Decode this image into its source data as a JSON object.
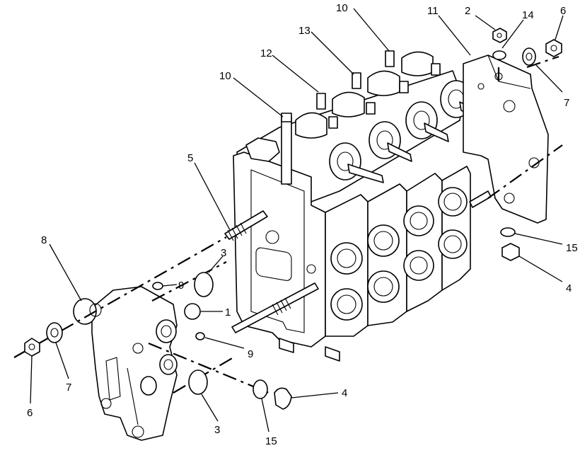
{
  "diagram": {
    "labels": [
      {
        "id": "l-10a",
        "text": "10"
      },
      {
        "id": "l-2",
        "text": "2"
      },
      {
        "id": "l-14",
        "text": "14"
      },
      {
        "id": "l-6a",
        "text": "6"
      },
      {
        "id": "l-11",
        "text": "11"
      },
      {
        "id": "l-13",
        "text": "13"
      },
      {
        "id": "l-12",
        "text": "12"
      },
      {
        "id": "l-10b",
        "text": "10"
      },
      {
        "id": "l-7a",
        "text": "7"
      },
      {
        "id": "l-5",
        "text": "5"
      },
      {
        "id": "l-15a",
        "text": "15"
      },
      {
        "id": "l-8",
        "text": "8"
      },
      {
        "id": "l-3a",
        "text": "3"
      },
      {
        "id": "l-4a",
        "text": "4"
      },
      {
        "id": "l-9a",
        "text": "9"
      },
      {
        "id": "l-1",
        "text": "1"
      },
      {
        "id": "l-9b",
        "text": "9"
      },
      {
        "id": "l-7b",
        "text": "7"
      },
      {
        "id": "l-6b",
        "text": "6"
      },
      {
        "id": "l-4b",
        "text": "4"
      },
      {
        "id": "l-3b",
        "text": "3"
      },
      {
        "id": "l-15b",
        "text": "15"
      }
    ]
  }
}
